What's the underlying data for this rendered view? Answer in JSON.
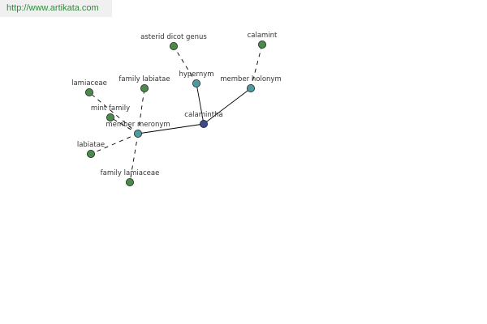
{
  "site": {
    "url_text": "http://www.artikata.com"
  },
  "colors": {
    "leaf": "#4a8a4a",
    "relation": "#4f9aa0",
    "root": "#3a4a8c",
    "stroke": "#222222",
    "edge": "#000000"
  },
  "graph": {
    "nodes": [
      {
        "id": "calamintha",
        "label": "calamintha",
        "kind": "root"
      },
      {
        "id": "hypernym",
        "label": "hypernym",
        "kind": "relation"
      },
      {
        "id": "member-holonym",
        "label": "member holonym",
        "kind": "relation"
      },
      {
        "id": "member-meronym",
        "label": "member meronym",
        "kind": "relation"
      },
      {
        "id": "asterid-dicot-genus",
        "label": "asterid dicot genus",
        "kind": "leaf"
      },
      {
        "id": "calamint",
        "label": "calamint",
        "kind": "leaf"
      },
      {
        "id": "lamiaceae",
        "label": "lamiaceae",
        "kind": "leaf"
      },
      {
        "id": "family-labiatae",
        "label": "family labiatae",
        "kind": "leaf"
      },
      {
        "id": "mint-family",
        "label": "mint family",
        "kind": "leaf"
      },
      {
        "id": "labiatae",
        "label": "labiatae",
        "kind": "leaf"
      },
      {
        "id": "family-lamiaceae",
        "label": "family lamiaceae",
        "kind": "leaf"
      }
    ],
    "edges": [
      {
        "from": "calamintha",
        "to": "hypernym",
        "style": "solid"
      },
      {
        "from": "calamintha",
        "to": "member-holonym",
        "style": "solid"
      },
      {
        "from": "calamintha",
        "to": "member-meronym",
        "style": "solid"
      },
      {
        "from": "hypernym",
        "to": "asterid-dicot-genus",
        "style": "dashed"
      },
      {
        "from": "member-holonym",
        "to": "calamint",
        "style": "dashed"
      },
      {
        "from": "member-meronym",
        "to": "lamiaceae",
        "style": "dashed"
      },
      {
        "from": "member-meronym",
        "to": "family-labiatae",
        "style": "dashed"
      },
      {
        "from": "member-meronym",
        "to": "mint-family",
        "style": "dashed"
      },
      {
        "from": "member-meronym",
        "to": "labiatae",
        "style": "dashed"
      },
      {
        "from": "member-meronym",
        "to": "family-lamiaceae",
        "style": "dashed"
      }
    ]
  }
}
